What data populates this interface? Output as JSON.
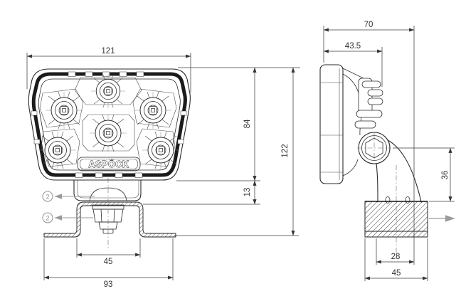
{
  "drawing": {
    "type": "technical-dimension-drawing",
    "subject": "LED work lamp with mounting bracket, front and side views"
  },
  "labels": {
    "brand": "ASPÖCK",
    "balloons": [
      "2",
      "2"
    ]
  },
  "dims": {
    "front": {
      "width": "121",
      "body_height": "84",
      "stem_offset": "13",
      "total_height": "122",
      "bracket_inner": "45",
      "bracket_outer": "93"
    },
    "side": {
      "total_depth": "70",
      "front_depth": "43.5",
      "pivot_height": "36",
      "base_inner": "28",
      "base_width": "45"
    }
  },
  "colors": {
    "line": "#2b2b2b",
    "dimension": "#3c3c3c",
    "muted_gray": "#9a9a9a",
    "seal_ring": "#1b1b1b",
    "background": "#ffffff"
  }
}
